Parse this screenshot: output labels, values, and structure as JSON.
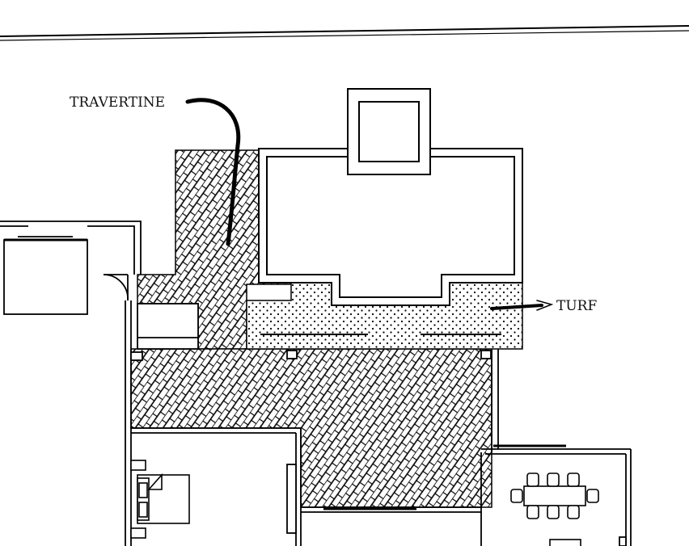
{
  "labels": {
    "travertine": "TRAVERTINE",
    "turf": "TURF"
  },
  "legend_materials": [
    {
      "name": "travertine",
      "pattern": "diagonal-brick-hatch"
    },
    {
      "name": "turf",
      "pattern": "dot-stipple"
    }
  ],
  "colors": {
    "line": "#000000",
    "background": "#ffffff"
  }
}
